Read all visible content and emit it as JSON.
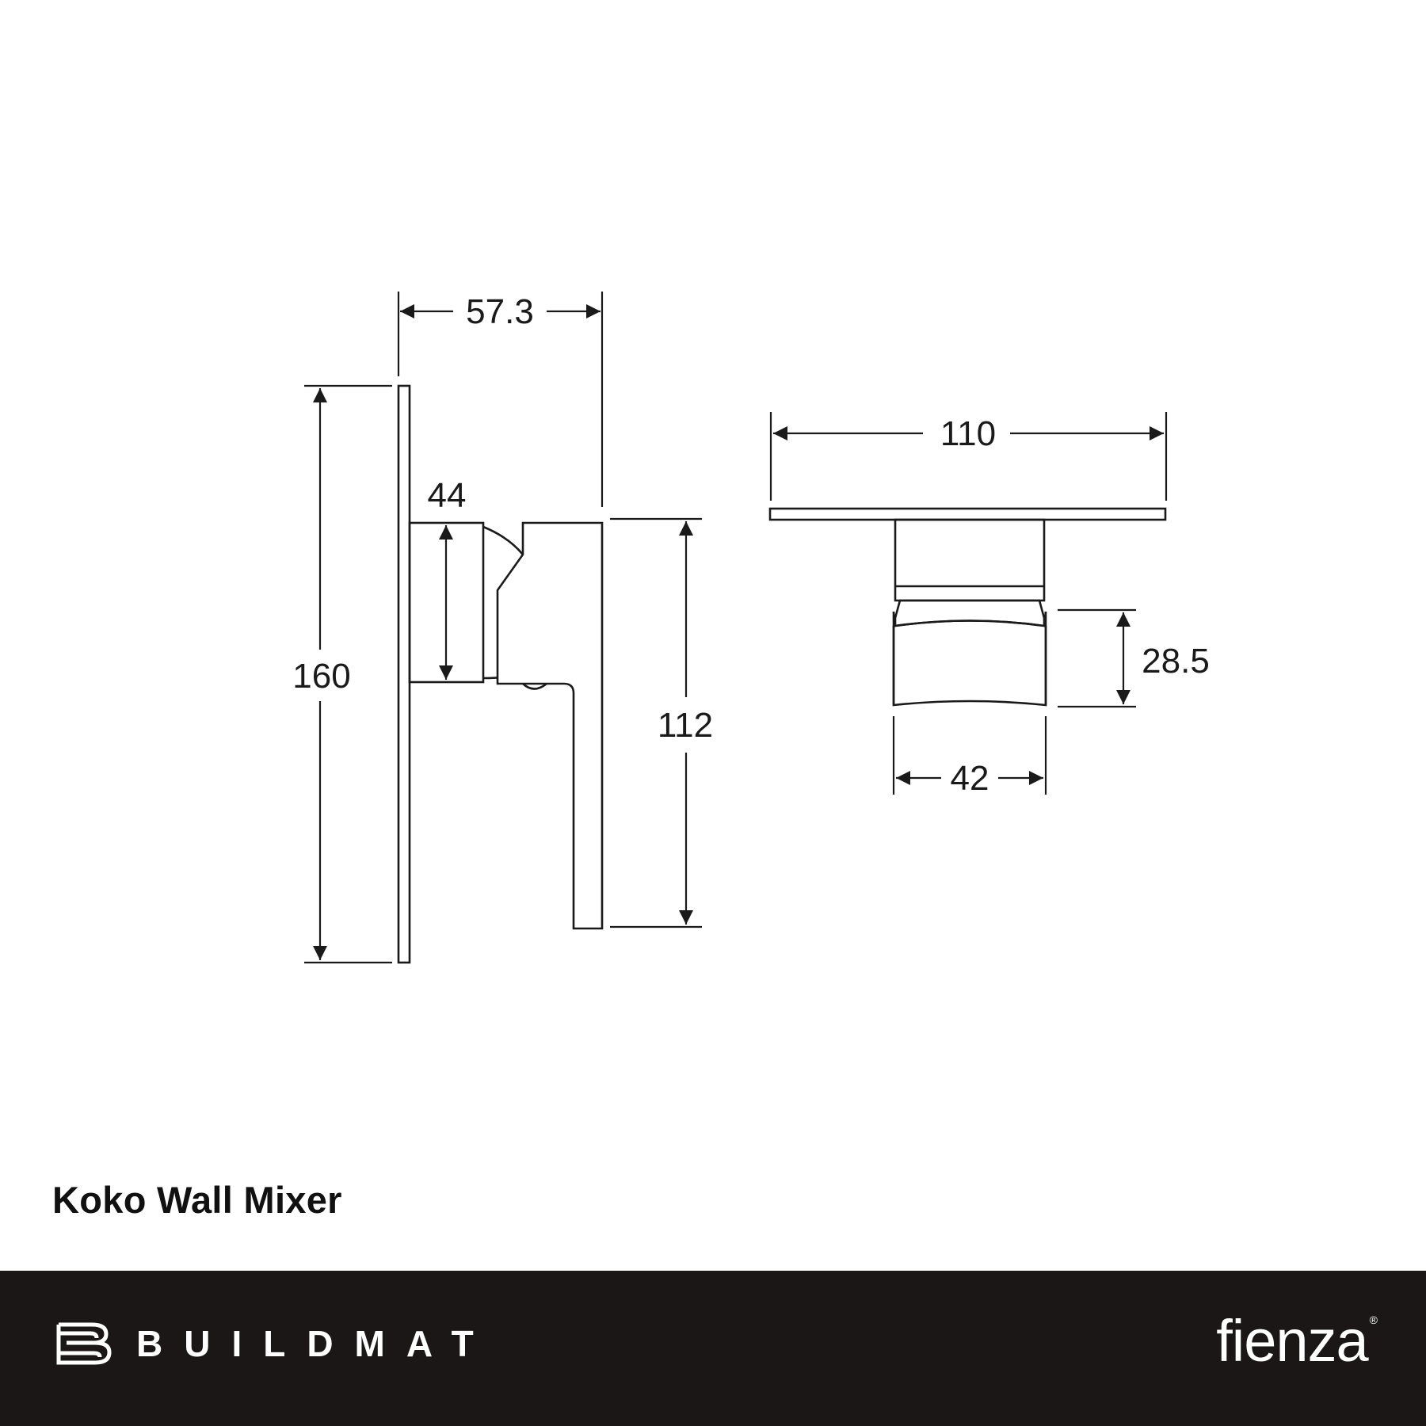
{
  "drawing": {
    "side_view": {
      "overall_depth": "57.3",
      "plate_height": "160",
      "body_height": "44",
      "lever_height": "112"
    },
    "front_view": {
      "plate_width": "110",
      "lever_height": "28.5",
      "lever_width": "42"
    }
  },
  "product": {
    "title": "Koko Wall Mixer"
  },
  "footer": {
    "background": "#1a1716",
    "left_brand": {
      "icon": "buildmat-logo-icon",
      "label": "BUILDMAT"
    },
    "right_brand": {
      "label": "fienza",
      "mark": "®"
    }
  },
  "colors": {
    "line": "#1a1a1a",
    "page": "#ffffff"
  }
}
